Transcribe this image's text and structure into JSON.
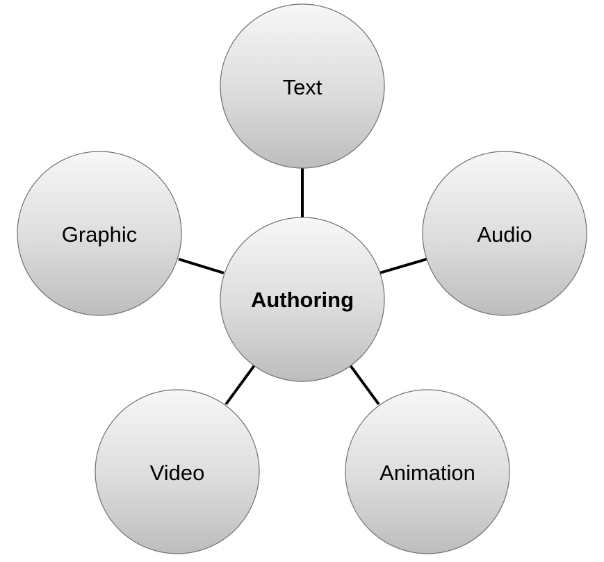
{
  "diagram": {
    "center": {
      "label": "Authoring"
    },
    "nodes": [
      {
        "id": "text",
        "label": "Text"
      },
      {
        "id": "audio",
        "label": "Audio"
      },
      {
        "id": "animation",
        "label": "Animation"
      },
      {
        "id": "video",
        "label": "Video"
      },
      {
        "id": "graphic",
        "label": "Graphic"
      }
    ],
    "colors": {
      "circle_light": "#f7f7f7",
      "circle_dark": "#bfbfbf",
      "circle_border": "#6f6f6f",
      "connector": "#000000",
      "text": "#000000"
    }
  }
}
